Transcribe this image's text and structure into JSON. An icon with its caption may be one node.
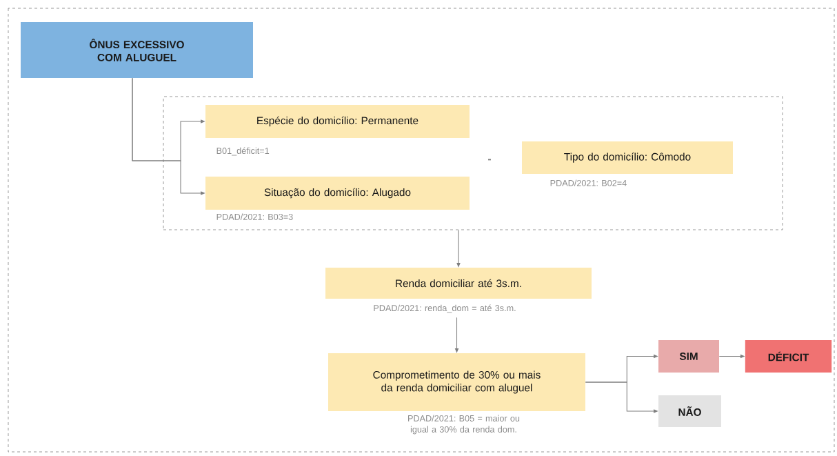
{
  "diagram": {
    "nodes": [
      {
        "text": [
          "ÔNUS EXCESSIVO COM ALUGUEL"
        ]
      },
      {
        "text": [],
        "shape": "box"
      },
      {
        "text": [
          "Espécie do domicílio: Permanente"
        ],
        "beside": [
          "B01_déficit=1"
        ],
        "in": 1
      },
      {
        "text": [
          "Situação do domicílio: Alugado"
        ],
        "beside": [
          "PDAD/2021: B03=3"
        ],
        "in": 1
      },
      {
        "text": [
          "Tipo do domicílio: Cômodo"
        ],
        "beside": [
          "PDAD/2021: B02=4"
        ],
        "in": 1
      },
      {
        "text": [
          "Renda domiciliar até 3s.m."
        ],
        "beside": [
          "PDAD/2021: renda_dom = até 3s.m."
        ]
      },
      {
        "text": [
          "Comprometimento de 30% ou mais da renda domiciliar com aluguel"
        ],
        "beside": [
          "PDAD/2021: B05 = maior ou igual a 30% da renda dom."
        ]
      },
      {
        "text": [
          "SIM"
        ]
      },
      {
        "text": [
          "DÉFICIT"
        ]
      },
      {
        "text": [
          "NÃO"
        ]
      }
    ],
    "edges": [
      {
        "from": 0,
        "to": 2,
        "arrow": "to"
      },
      {
        "from": 0,
        "to": 3,
        "arrow": "to"
      },
      {
        "from": 1,
        "to": 5,
        "arrow": "to"
      },
      {
        "from": 5,
        "to": 6,
        "arrow": "to"
      },
      {
        "from": 6,
        "to": 7,
        "arrow": "to"
      },
      {
        "from": 6,
        "to": 9,
        "arrow": "to"
      },
      {
        "from": 7,
        "to": 8,
        "arrow": "to"
      }
    ],
    "labels": [
      "-"
    ]
  }
}
